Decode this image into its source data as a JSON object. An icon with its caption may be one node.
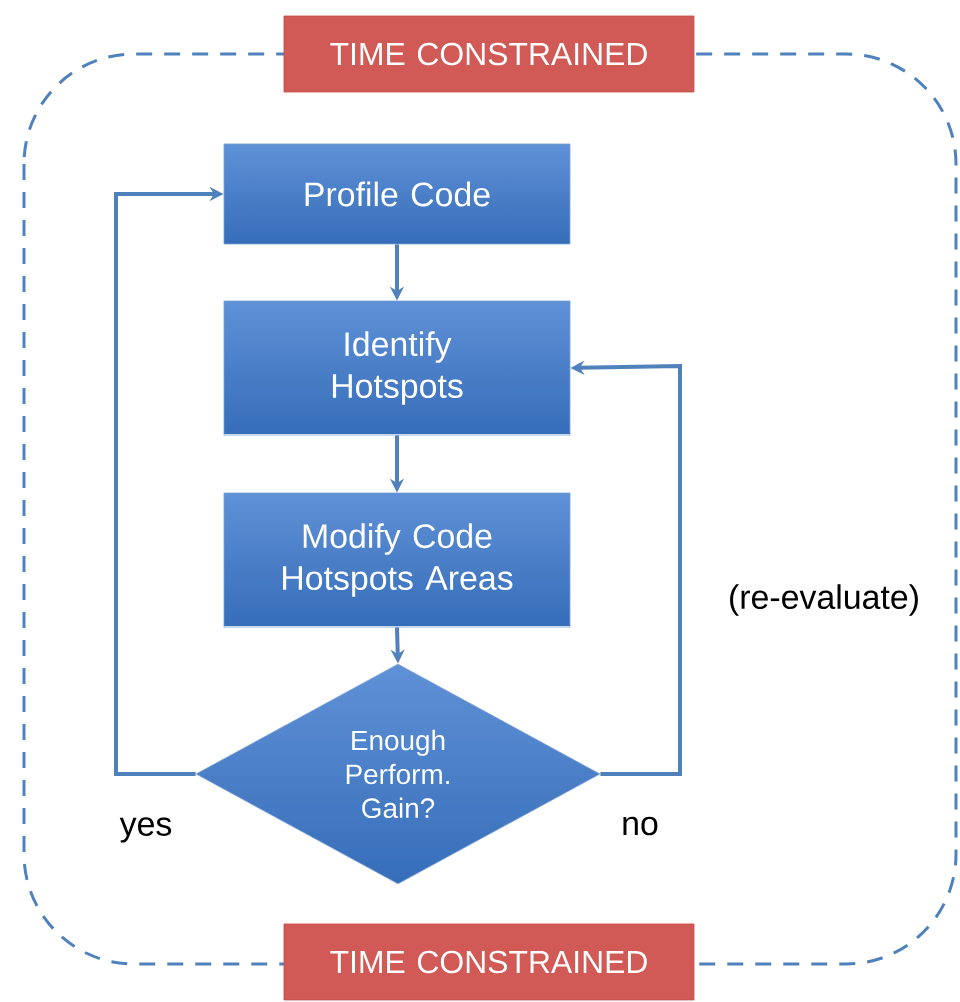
{
  "diagram": {
    "nodes": [
      {
        "text": [
          "TIME CONSTRAINED"
        ]
      },
      {
        "text": [
          "Profile Code"
        ]
      },
      {
        "text": [
          "Identify Hotspots"
        ]
      },
      {
        "text": [
          "Modify Code Hotspots Areas"
        ]
      },
      {
        "text": [
          "Enough Perform. Gain?"
        ]
      },
      {
        "text": [
          "TIME CONSTRAINED"
        ]
      }
    ],
    "edges": [
      {
        "from": 1,
        "to": 2,
        "arrow": "to"
      },
      {
        "from": 2,
        "to": 3,
        "arrow": "to"
      },
      {
        "from": 3,
        "to": 4,
        "arrow": "to"
      },
      {
        "from": 4,
        "to": 1,
        "arrow": "to",
        "label": "yes"
      },
      {
        "from": 4,
        "to": 2,
        "arrow": "to",
        "label": "no"
      }
    ],
    "labels": [
      "(re-evaluate)"
    ]
  }
}
